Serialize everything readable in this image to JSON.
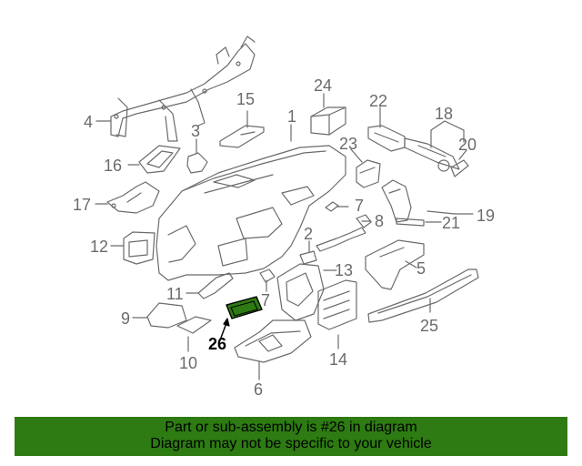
{
  "diagram": {
    "highlight_color": "#2d7b12",
    "callouts": [
      {
        "id": "1",
        "label": "1"
      },
      {
        "id": "2",
        "label": "2"
      },
      {
        "id": "3",
        "label": "3"
      },
      {
        "id": "4",
        "label": "4"
      },
      {
        "id": "5",
        "label": "5"
      },
      {
        "id": "6",
        "label": "6"
      },
      {
        "id": "7a",
        "label": "7"
      },
      {
        "id": "7b",
        "label": "7"
      },
      {
        "id": "8",
        "label": "8"
      },
      {
        "id": "9",
        "label": "9"
      },
      {
        "id": "10",
        "label": "10"
      },
      {
        "id": "11",
        "label": "11"
      },
      {
        "id": "12",
        "label": "12"
      },
      {
        "id": "13",
        "label": "13"
      },
      {
        "id": "14",
        "label": "14"
      },
      {
        "id": "15",
        "label": "15"
      },
      {
        "id": "16",
        "label": "16"
      },
      {
        "id": "17",
        "label": "17"
      },
      {
        "id": "18",
        "label": "18"
      },
      {
        "id": "19",
        "label": "19"
      },
      {
        "id": "20",
        "label": "20"
      },
      {
        "id": "21",
        "label": "21"
      },
      {
        "id": "22",
        "label": "22"
      },
      {
        "id": "23",
        "label": "23"
      },
      {
        "id": "24",
        "label": "24"
      },
      {
        "id": "25",
        "label": "25"
      },
      {
        "id": "26",
        "label": "26"
      }
    ]
  },
  "banner": {
    "line1": "Part or sub-assembly is #26 in diagram",
    "line2": "Diagram may not be specific to your vehicle",
    "background": "#2d7b12"
  }
}
